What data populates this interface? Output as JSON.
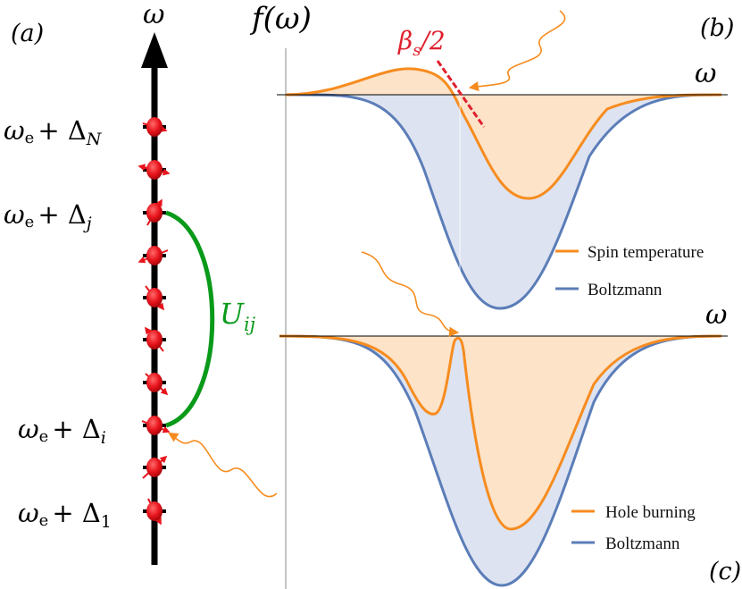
{
  "panel_labels": {
    "a": "(a)",
    "b": "(b)",
    "c": "(c)"
  },
  "omega": "ω",
  "f_omega": "f(ω)",
  "levels": {
    "omega_e": "ω",
    "e_sub": "e",
    "plus_delta": "+ Δ",
    "sub_N": "N",
    "sub_j": "j",
    "sub_i": "i",
    "sub_1": "1"
  },
  "coupling": {
    "U": "U",
    "sub": "ij"
  },
  "beta_label": {
    "beta": "β",
    "sub": "s",
    "rest": "/2"
  },
  "legend_b": {
    "orange": "Spin temperature",
    "blue": "Boltzmann"
  },
  "legend_c": {
    "orange": "Hole burning",
    "blue": "Boltzmann"
  },
  "colors": {
    "orange": "#f68c1f",
    "orange_fill": "#fde3c8",
    "blue": "#5b7db8",
    "blue_fill": "#dde3f1",
    "green": "#0a9a1a",
    "spin_red": "#e8141c",
    "beta_red": "#e0202e"
  }
}
